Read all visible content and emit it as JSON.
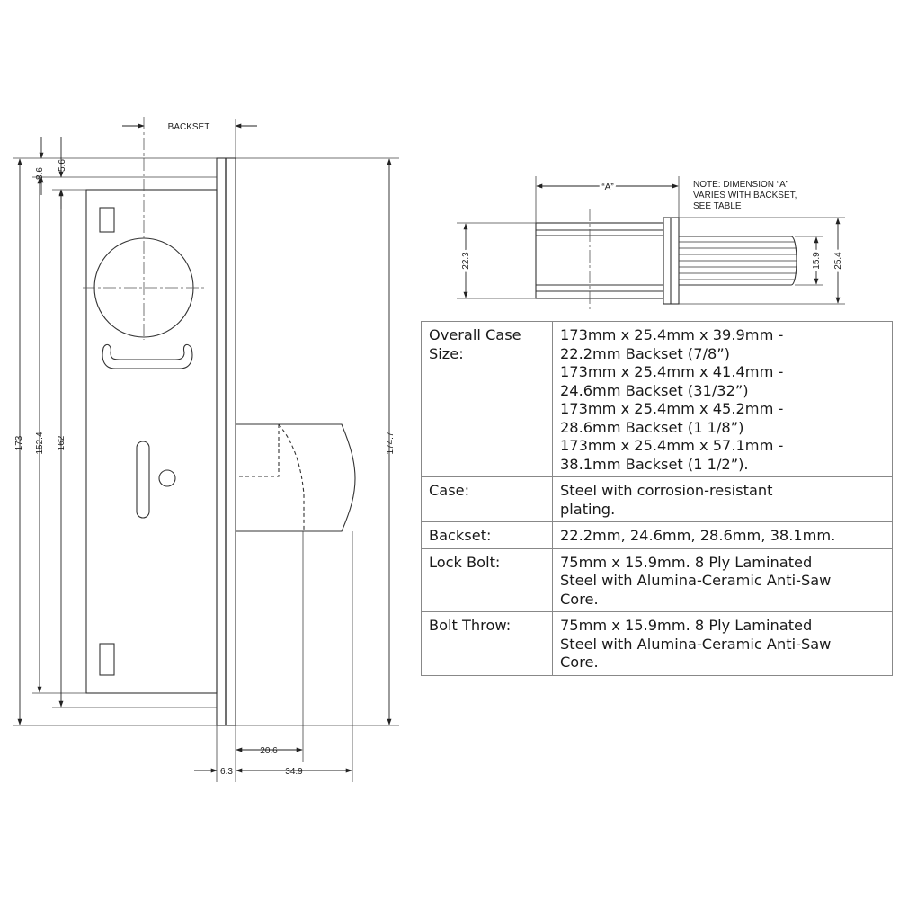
{
  "dimensions": {
    "backset": "BACKSET",
    "d8_6": "8.6",
    "d5_6": "5.6",
    "d173": "173",
    "d152_4": "152.4",
    "d162": "162",
    "d174_7": "174.7",
    "d20_6": "20.6",
    "d6_3": "6.3",
    "d34_9": "34.9",
    "dA": "“A”",
    "d22_3": "22.3",
    "d15_9": "15.9",
    "d25_4": "25.4"
  },
  "note": {
    "line1": "NOTE: DIMENSION “A”",
    "line2": "VARIES WITH BACKSET,",
    "line3": "SEE TABLE"
  },
  "spec_table": [
    {
      "label": "Overall Case Size:",
      "value": "173mm x 25.4mm x 39.9mm -\n22.2mm Backset (7/8”)\n173mm x 25.4mm x 41.4mm -\n24.6mm Backset (31/32”)\n173mm x 25.4mm x 45.2mm -\n28.6mm Backset (1 1/8”)\n173mm x 25.4mm x 57.1mm -\n38.1mm Backset (1 1/2”)."
    },
    {
      "label": "Case:",
      "value": "Steel with corrosion-resistant\nplating."
    },
    {
      "label": "Backset:",
      "value": "22.2mm, 24.6mm, 28.6mm, 38.1mm."
    },
    {
      "label": "Lock Bolt:",
      "value": " 75mm x 15.9mm. 8 Ply Laminated\nSteel with Alumina-Ceramic Anti-Saw\nCore."
    },
    {
      "label": "Bolt Throw:",
      "value": "75mm x 15.9mm. 8 Ply Laminated\nSteel with Alumina-Ceramic Anti-Saw\nCore."
    }
  ]
}
